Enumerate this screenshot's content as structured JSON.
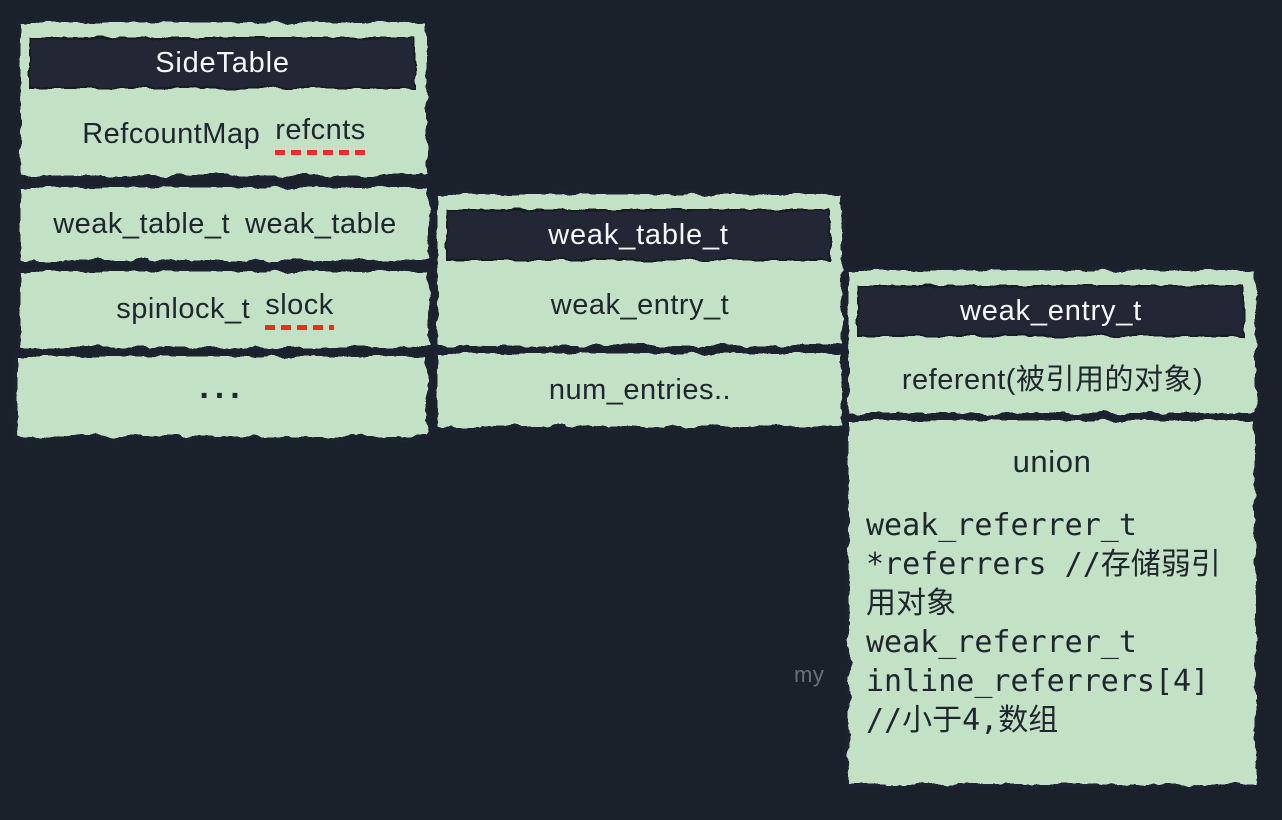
{
  "colors": {
    "background": "#1b212b",
    "box_fill": "#c3e2c5",
    "ink": "#1d2430",
    "header_fill": "#212734",
    "header_text": "#f5f6f6",
    "row_text": "#20262f",
    "underline_red": "#ef2b1d",
    "watermark_gray": "#6b7078"
  },
  "side_table": {
    "title": "SideTable",
    "refcounts": {
      "type": "RefcountMap",
      "field": "refcnts"
    },
    "weak_table_field": {
      "type": "weak_table_t",
      "field": "weak_table"
    },
    "spinlock": {
      "type": "spinlock_t",
      "field": "slock"
    },
    "ellipsis": "..."
  },
  "weak_table": {
    "title": "weak_table_t",
    "entry_row": "weak_entry_t",
    "num_entries_row": "num_entries.."
  },
  "weak_entry": {
    "title": "weak_entry_t",
    "referent_row": "referent(被引用的对象)",
    "union": {
      "title": "union",
      "code": "weak_referrer_t\n*referrers //存储弱引\n用对象\nweak_referrer_t\ninline_referrers[4]\n//小于4,数组"
    }
  },
  "watermark": "my"
}
